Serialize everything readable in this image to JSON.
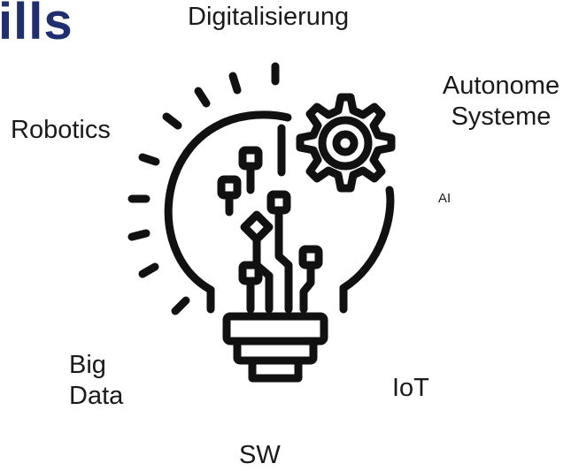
{
  "title": "ills",
  "labels": {
    "top": "Digitalisierung",
    "top_left": "Robotics",
    "top_right_1": "Autonome",
    "top_right_2": "Systeme",
    "right_small": "AI",
    "bottom_left_1": "Big",
    "bottom_left_2": "Data",
    "bottom_right": "IoT",
    "bottom": "SW"
  },
  "icons": {
    "central": "lightbulb-gear-icon"
  },
  "colors": {
    "title": "#1f2e6e",
    "icon_stroke": "#111111",
    "text": "#1a1a1a"
  }
}
